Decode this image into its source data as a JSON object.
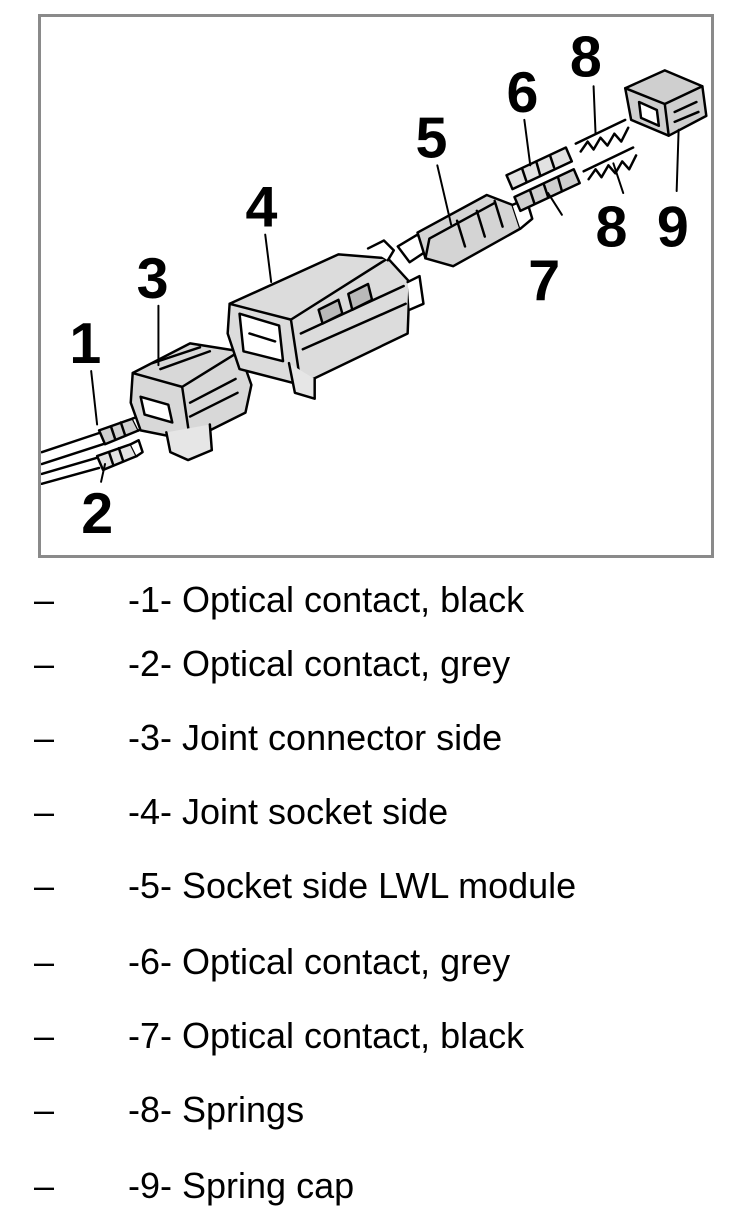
{
  "diagram": {
    "callouts": {
      "c1": "1",
      "c2": "2",
      "c3": "3",
      "c4": "4",
      "c5": "5",
      "c6": "6",
      "c7": "7",
      "c8a": "8",
      "c8b": "8",
      "c9": "9"
    }
  },
  "legend": {
    "dash": "–",
    "items": [
      "-1- Optical contact, black",
      "-2- Optical contact, grey",
      "-3- Joint connector side",
      "-4- Joint socket side",
      "-5- Socket side LWL module",
      "-6- Optical contact, grey",
      "-7- Optical contact, black",
      "-8- Springs",
      "-9- Spring cap"
    ]
  }
}
